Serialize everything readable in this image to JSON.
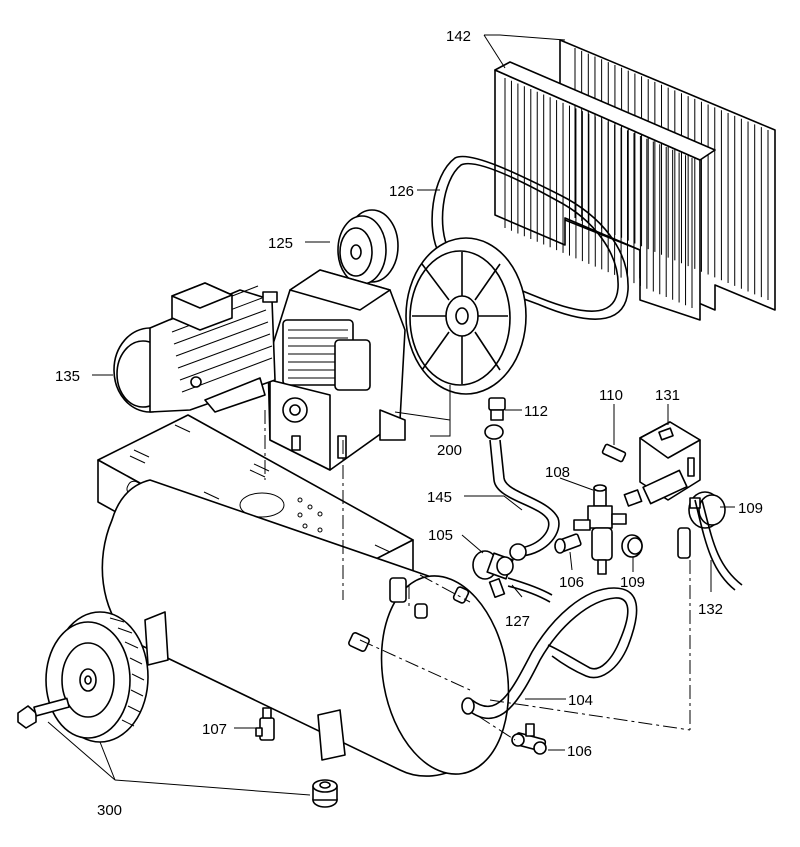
{
  "labels": {
    "l142": "142",
    "l126": "126",
    "l125": "125",
    "l135": "135",
    "l112": "112",
    "l110": "110",
    "l131": "131",
    "l200": "200",
    "l108": "108",
    "l145": "145",
    "l109a": "109",
    "l105": "105",
    "l106a": "106",
    "l109b": "109",
    "l127": "127",
    "l132": "132",
    "l104": "104",
    "l107": "107",
    "l106b": "106",
    "l300": "300"
  },
  "colors": {
    "line": "#000000",
    "background": "#ffffff"
  }
}
